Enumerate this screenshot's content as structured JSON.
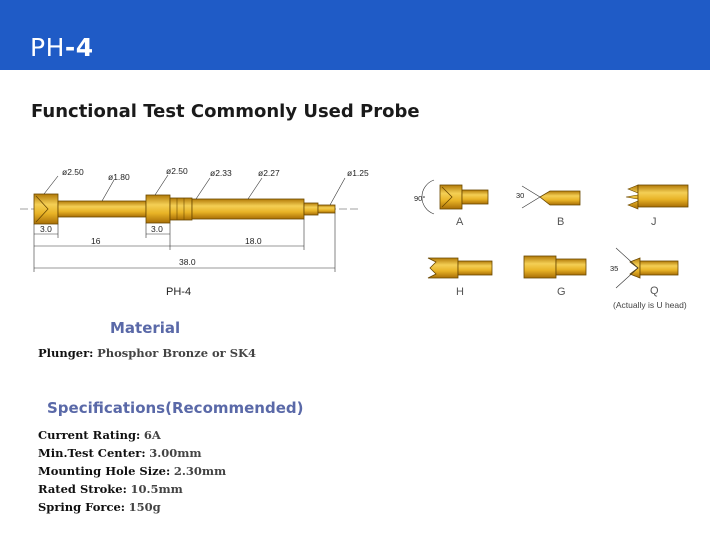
{
  "header": {
    "model_prefix": "PH",
    "model_suffix": "-4",
    "bar_color": "#1f5bc6"
  },
  "section_title": "Functional Test Commonly Used Probe",
  "drawing": {
    "diameters": [
      "ø2.50",
      "ø1.80",
      "ø2.50",
      "ø2.33",
      "ø2.27",
      "ø1.25"
    ],
    "dims": {
      "d1": "3.0",
      "d2": "3.0",
      "d3": "16",
      "d4": "18.0",
      "total": "38.0"
    },
    "model": "PH-4",
    "gold_color": "#e0a214"
  },
  "heads": {
    "angle_a": "90°",
    "angle_b": "30",
    "angle_q": "35",
    "labels": {
      "a": "A",
      "b": "B",
      "j": "J",
      "h": "H",
      "g": "G",
      "q": "Q"
    },
    "q_note": "(Actually is U head)"
  },
  "material": {
    "title": "Material",
    "plunger_label": "Plunger:",
    "plunger_value": "Phosphor Bronze or SK4"
  },
  "specs": {
    "title": "Specifications(Recommended)",
    "items": [
      {
        "label": "Current Rating:",
        "value": "6A"
      },
      {
        "label": "Min.Test Center:",
        "value": "3.00mm"
      },
      {
        "label": "Mounting Hole Size:",
        "value": "2.30mm"
      },
      {
        "label": "Rated Stroke:",
        "value": "10.5mm"
      },
      {
        "label": "Spring Force:",
        "value": "150g"
      }
    ]
  }
}
